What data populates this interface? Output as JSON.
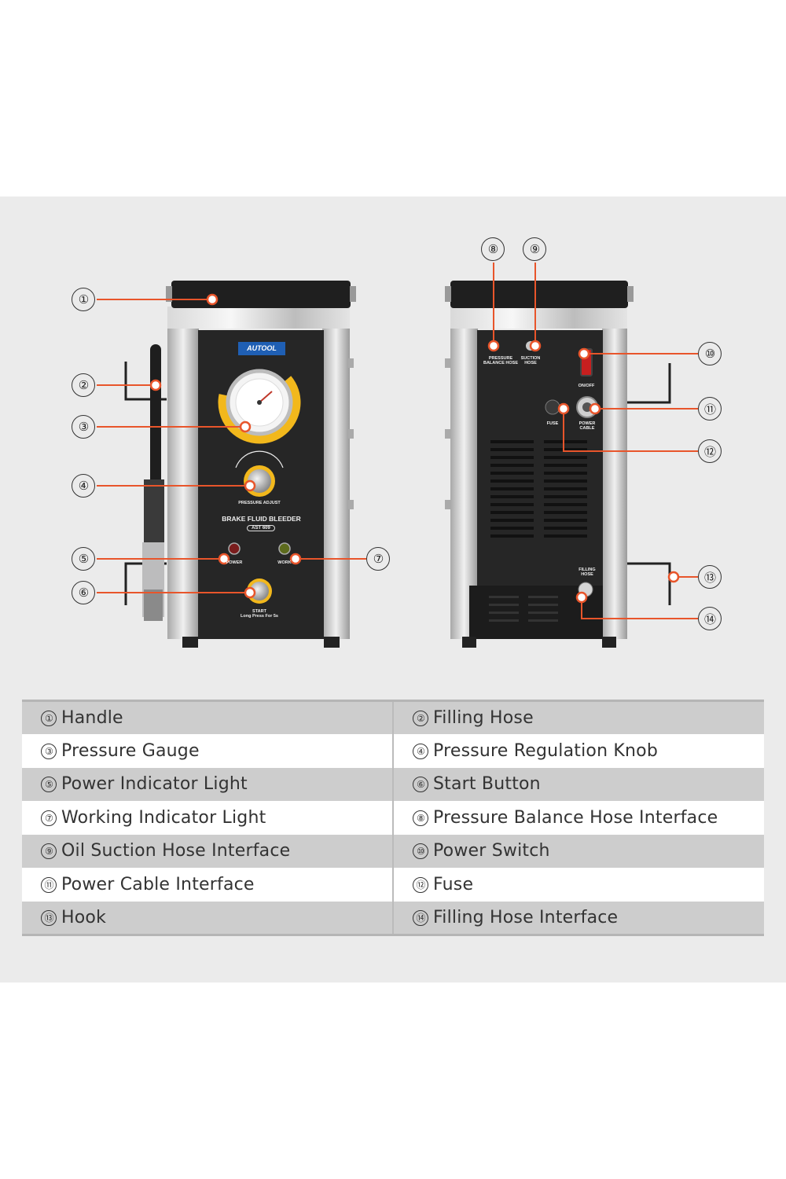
{
  "front_panel": {
    "brand": "AUTOOL",
    "pressure_adjust_label": "PRESSURE ADJUST",
    "product_name": "BRAKE FLUID BLEEDER",
    "model": "AST 609",
    "power_label": "POWER",
    "work_label": "WORK",
    "start_label": "START",
    "start_hint": "Long Press For 5s"
  },
  "back_panel": {
    "pressure_balance_hose_label": "PRESSURE BALANCE HOSE",
    "suction_hose_label": "SUCTION HOSE",
    "onoff_label": "ON/OFF",
    "fuse_label": "FUSE",
    "power_cable_label": "POWER CABLE",
    "filling_hose_label": "FILLING HOSE"
  },
  "callouts": [
    "①",
    "②",
    "③",
    "④",
    "⑤",
    "⑥",
    "⑦",
    "⑧",
    "⑨",
    "⑩",
    "⑪",
    "⑫",
    "⑬",
    "⑭"
  ],
  "legend": [
    {
      "num": "①",
      "text": "Handle"
    },
    {
      "num": "②",
      "text": "Filling Hose"
    },
    {
      "num": "③",
      "text": "Pressure Gauge"
    },
    {
      "num": "④",
      "text": "Pressure Regulation Knob"
    },
    {
      "num": "⑤",
      "text": "Power Indicator Light"
    },
    {
      "num": "⑥",
      "text": "Start Button"
    },
    {
      "num": "⑦",
      "text": "Working Indicator Light"
    },
    {
      "num": "⑧",
      "text": "Pressure Balance Hose Interface"
    },
    {
      "num": "⑨",
      "text": "Oil Suction Hose Interface"
    },
    {
      "num": "⑩",
      "text": "Power Switch"
    },
    {
      "num": "⑪",
      "text": "Power Cable Interface"
    },
    {
      "num": "⑫",
      "text": "Fuse"
    },
    {
      "num": "⑬",
      "text": "Hook"
    },
    {
      "num": "⑭",
      "text": "Filling Hose Interface"
    }
  ],
  "colors": {
    "leader_line": "#e8552b",
    "accent_yellow": "#f2b81c",
    "panel_black": "#262626",
    "background": "#ebebeb"
  }
}
